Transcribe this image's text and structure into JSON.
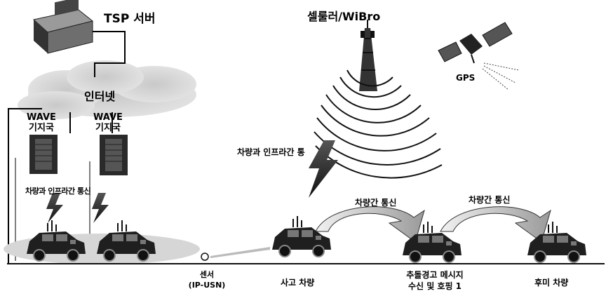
{
  "labels": {
    "tsp_server": "TSP 서버",
    "cellular": "셀룰러/WiBro",
    "gps": "GPS",
    "internet": "인터넷",
    "wave1_line1": "WAVE",
    "wave1_line2": "기지국",
    "wave2_line1": "WAVE",
    "wave2_line2": "기지국",
    "v2i_cell": "차량과 인프라간 통",
    "v2i_wave": "차량과 인프라간 통신",
    "v2v_1": "차량간 통신",
    "v2v_2": "차량간 통신",
    "sensor_line1": "센서",
    "sensor_line2": "(IP-USN)",
    "accident_vehicle": "사고 차량",
    "warning_line1": "추돌경고 메시지",
    "warning_line2": "수신 및 호핑 1",
    "rear_vehicle": "후미 차량"
  }
}
